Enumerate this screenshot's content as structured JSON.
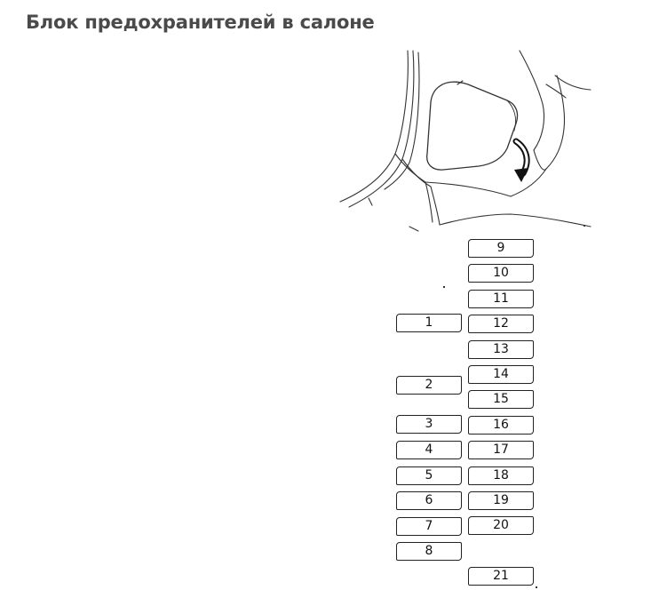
{
  "page": {
    "title": "Блок предохранителей в салоне"
  },
  "illustration": {
    "icon": "interior-fuse-box-panel-illustration",
    "arrow": "rotate-arrow"
  },
  "fuses": {
    "left_column": [
      "1",
      "2",
      "3",
      "4",
      "5",
      "6",
      "7",
      "8"
    ],
    "right_column": [
      "9",
      "10",
      "11",
      "12",
      "13",
      "14",
      "15",
      "16",
      "17",
      "18",
      "19",
      "20",
      "21"
    ]
  }
}
